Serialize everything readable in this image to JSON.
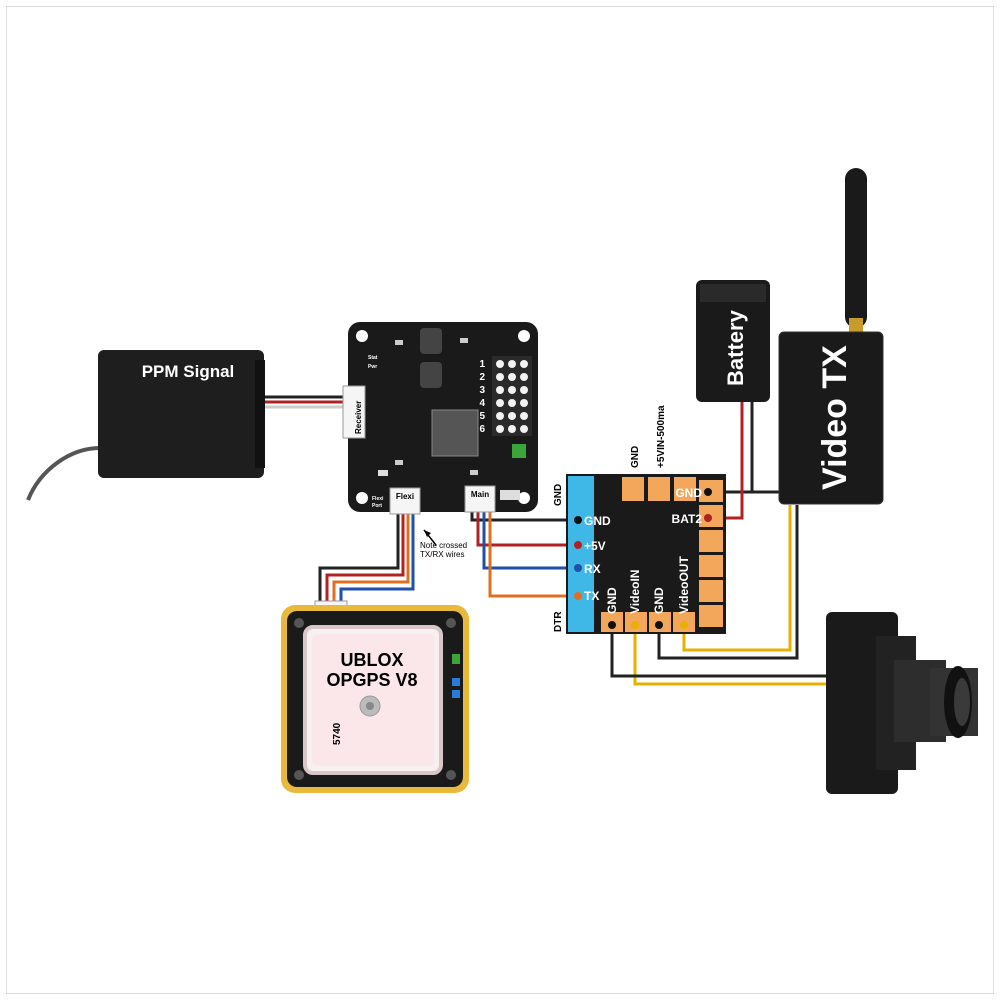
{
  "receiver": {
    "label": "PPM Signal"
  },
  "flight_controller": {
    "receiver_port": "Receiver",
    "flexi_port": "Flexi",
    "main_port": "Main",
    "small_labels": [
      "Stat",
      "Pwr",
      "Flexi",
      "Port"
    ],
    "output_numbers": [
      "1",
      "2",
      "3",
      "4",
      "5",
      "6"
    ],
    "note": [
      "Note crossed",
      "TX/RX wires"
    ]
  },
  "gps": {
    "line1": "UBLOX",
    "line2": "OPGPS V8",
    "code": "5740"
  },
  "osd": {
    "left_labels": {
      "gnd": "GND",
      "dtr": "DTR"
    },
    "top_labels": [
      "GND",
      "+5VIN-500ma"
    ],
    "left_pins": [
      "GND",
      "+5V",
      "RX",
      "TX"
    ],
    "right_pins": [
      "GND",
      "BAT2"
    ],
    "bottom_pins": [
      "GND",
      "VideoIN",
      "GND",
      "VideoOUT"
    ]
  },
  "battery": {
    "label": "Battery"
  },
  "video_tx": {
    "label": "Video TX"
  },
  "colors": {
    "board": "#1a1a1a",
    "osd_blue": "#3fb8e8",
    "osd_orange": "#f3a75b",
    "gps_gold": "#e8b93a",
    "wire_red": "#b22222",
    "wire_blue": "#1f4fa8",
    "wire_orange": "#e07020",
    "wire_yellow": "#e8b000"
  }
}
